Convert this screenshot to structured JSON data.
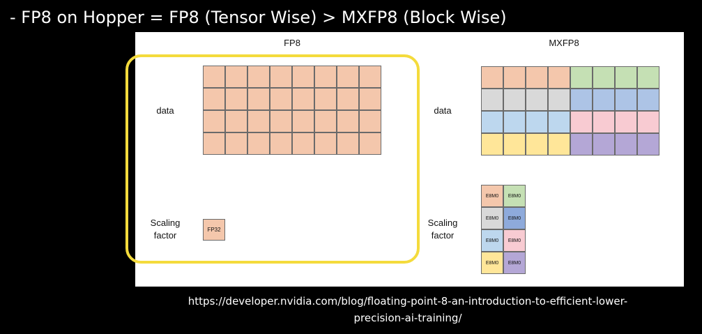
{
  "header": {
    "title": "- FP8 on Hopper = FP8 (Tensor Wise) > MXFP8 (Block Wise)"
  },
  "fp8": {
    "title": "FP8",
    "data_label": "data",
    "scaling_label_line1": "Scaling",
    "scaling_label_line2": "factor",
    "scale_value": "FP32",
    "cell_color": "#f4c7ac"
  },
  "mxfp8": {
    "title": "MXFP8",
    "data_label": "data",
    "scaling_label_line1": "Scaling",
    "scaling_label_line2": "factor",
    "block_colors": [
      [
        "#f4c7ac",
        "#c5e0b4"
      ],
      [
        "#d9d9d9",
        "#adc4e6"
      ],
      [
        "#bdd7ee",
        "#f8cbd2"
      ],
      [
        "#ffe699",
        "#b4a7d6"
      ]
    ],
    "scale_cells": [
      {
        "label": "E8M0",
        "color": "#f4c7ac"
      },
      {
        "label": "E8M0",
        "color": "#c5e0b4"
      },
      {
        "label": "E8M0",
        "color": "#d9d9d9"
      },
      {
        "label": "E8M0",
        "color": "#8eaadb"
      },
      {
        "label": "E8M0",
        "color": "#bdd7ee"
      },
      {
        "label": "E8M0",
        "color": "#f8cbd2"
      },
      {
        "label": "E8M0",
        "color": "#ffe699"
      },
      {
        "label": "E8M0",
        "color": "#b4a7d6"
      }
    ]
  },
  "highlight_color": "#f4db3c",
  "source": {
    "line1": "https://developer.nvidia.com/blog/floating-point-8-an-introduction-to-efficient-lower-",
    "line2": "precision-ai-training/"
  }
}
